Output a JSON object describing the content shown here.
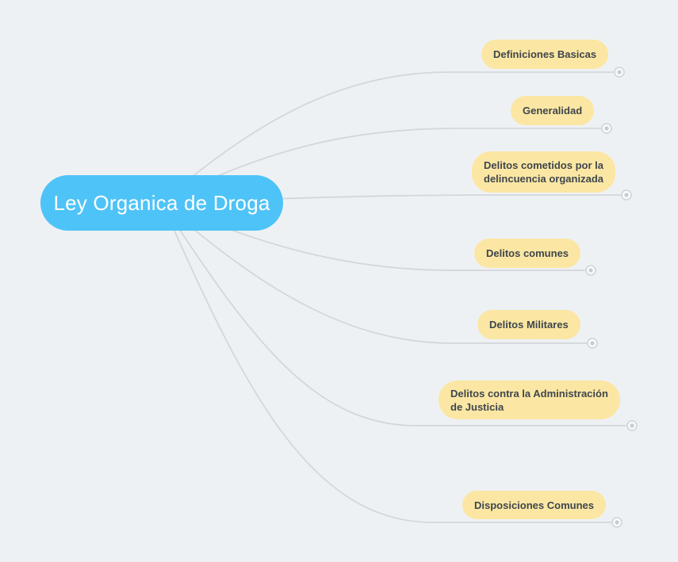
{
  "root_node": {
    "label": "Ley Organica de Droga",
    "bg_color": "#4EC3F7",
    "text_color": "#FFFFFF"
  },
  "branches": [
    {
      "label": "Definiciones Basicas"
    },
    {
      "label": "Generalidad"
    },
    {
      "label": "Delitos cometidos por la\ndelincuencia organizada"
    },
    {
      "label": "Delitos comunes"
    },
    {
      "label": "Delitos Militares"
    },
    {
      "label": "Delitos contra la Administración\nde Justicia"
    },
    {
      "label": "Disposiciones Comunes"
    }
  ],
  "style": {
    "canvas_background": "#EEF1F4",
    "branch_bg_color": "#FBE7A3",
    "branch_text_color": "#3F464D",
    "connector_color": "#D3D7DB"
  }
}
